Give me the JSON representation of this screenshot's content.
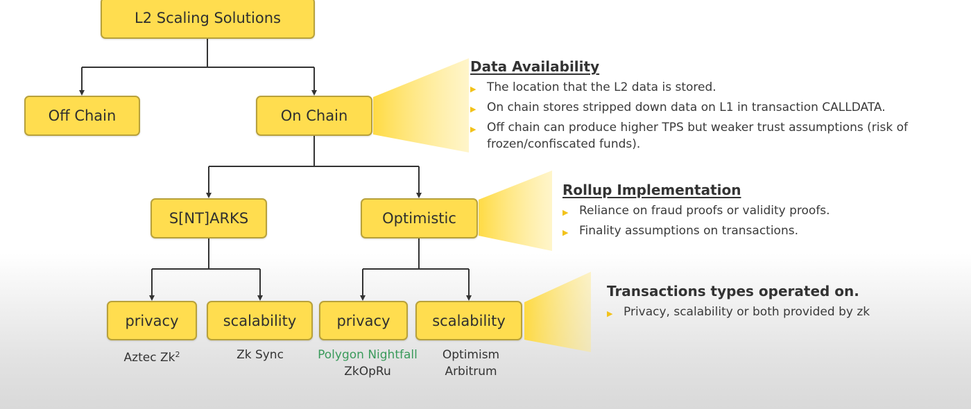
{
  "nodes": {
    "root": "L2 Scaling Solutions",
    "off_chain": "Off Chain",
    "on_chain": "On Chain",
    "snarks": "S[NT]ARKS",
    "optimistic": "Optimistic",
    "snarks_privacy": "privacy",
    "snarks_scalability": "scalability",
    "optimistic_privacy": "privacy",
    "optimistic_scalability": "scalability"
  },
  "examples": {
    "aztec": "Aztec Zk",
    "aztec_sup": "2",
    "zksync": "Zk Sync",
    "polygon": "Polygon Nightfall",
    "zkopru": "ZkOpRu",
    "optimism": "Optimism",
    "arbitrum": "Arbitrum"
  },
  "colors": {
    "node_fill": "#ffdd4f",
    "node_border": "#b8a13a",
    "bullet": "#f2c21b",
    "highlight_green": "#3a9a5b"
  },
  "panels": {
    "data_availability": {
      "title": "Data Availability",
      "items": [
        "The location that the L2 data is stored.",
        "On chain stores stripped down data on L1 in transaction CALLDATA.",
        "Off chain can produce higher TPS but weaker trust assumptions (risk of frozen/confiscated funds)."
      ]
    },
    "rollup_implementation": {
      "title": "Rollup Implementation",
      "items": [
        "Reliance on fraud proofs or validity proofs.",
        "Finality assumptions on transactions."
      ]
    },
    "transaction_types": {
      "title": "Transactions types operated on.",
      "items": [
        "Privacy, scalability or both provided by zk"
      ]
    }
  }
}
